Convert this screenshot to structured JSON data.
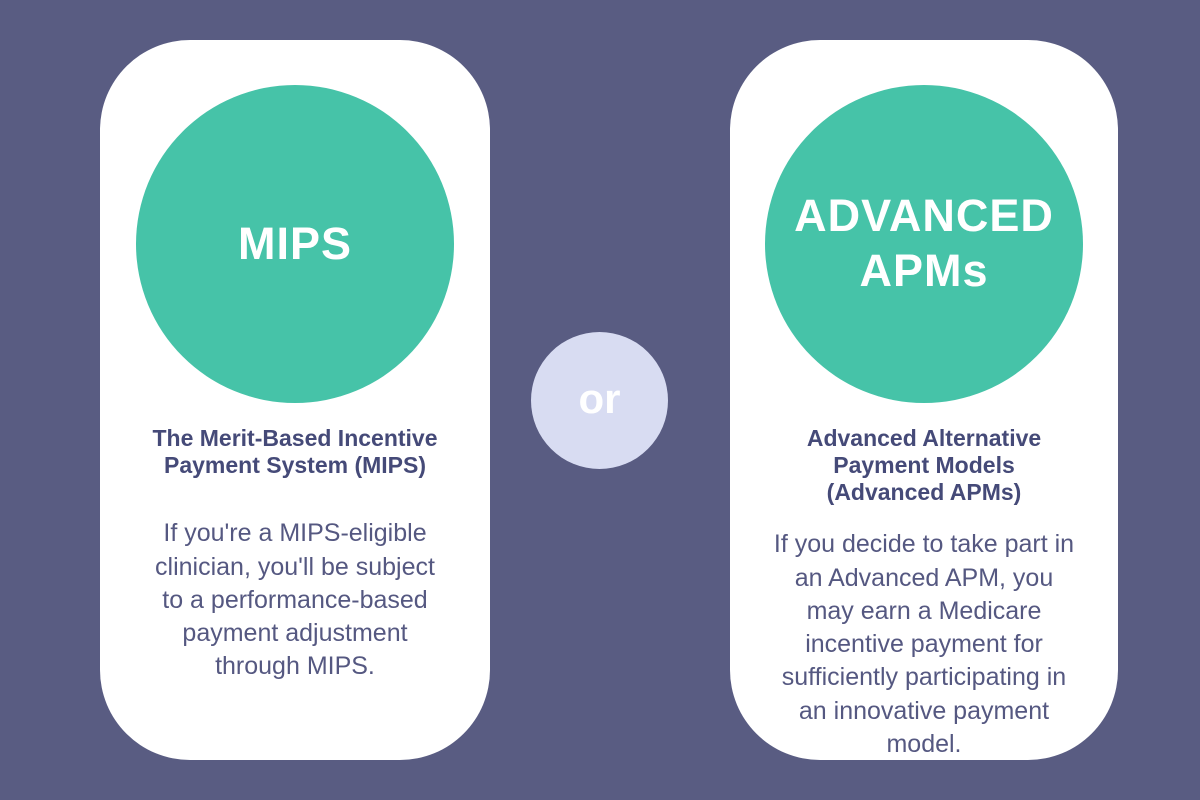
{
  "colors": {
    "bg": "#595C82",
    "card": "#FFFFFF",
    "teal": "#46C3A8",
    "lavender": "#D8DCF2",
    "heading": "#454A78",
    "body_text": "#555881",
    "white_text": "#FFFFFF"
  },
  "left_card": {
    "circle_label": "MIPS",
    "heading_lines": [
      "The Merit-Based Incentive",
      "Payment System (MIPS)"
    ],
    "body_lines": [
      "If you're a MIPS-eligible",
      "clinician, you'll be subject",
      "to a performance-based",
      "payment adjustment",
      "through MIPS."
    ]
  },
  "divider": {
    "label": "or"
  },
  "right_card": {
    "circle_label_lines": [
      "ADVANCED",
      "APMs"
    ],
    "heading_lines": [
      "Advanced Alternative",
      "Payment Models",
      "(Advanced APMs)"
    ],
    "body_lines": [
      "If you decide to take part in",
      "an Advanced APM, you",
      "may earn a Medicare",
      "incentive payment for",
      "sufficiently participating in",
      "an innovative payment",
      "model."
    ]
  }
}
